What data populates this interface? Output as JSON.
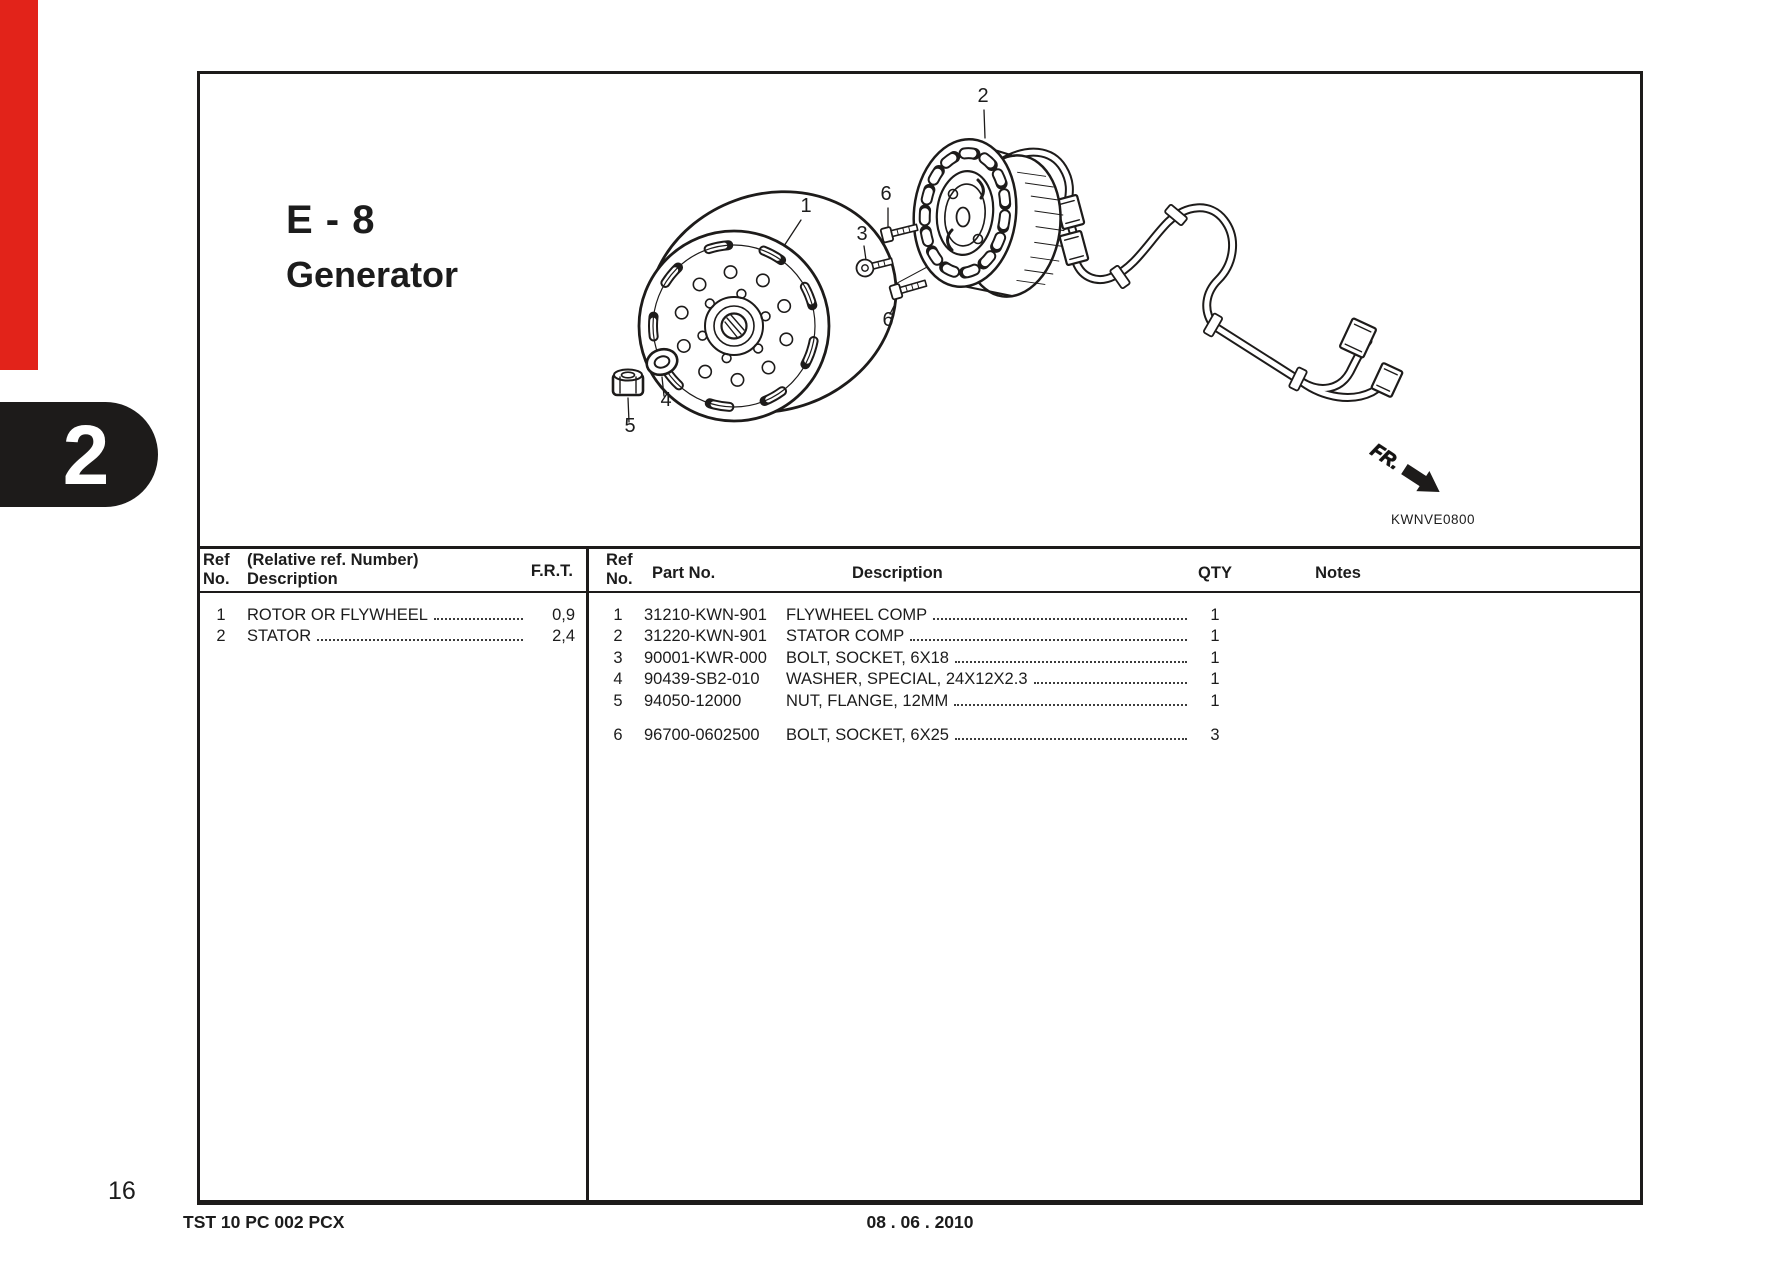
{
  "page": {
    "number": "16",
    "section_tab": "2",
    "footer_code": "TST 10 PC 002 PCX",
    "footer_date": "08 . 06 . 2010"
  },
  "colors": {
    "accent_red": "#e2231a",
    "ink": "#1d1b1a"
  },
  "header": {
    "section_code": "E - 8",
    "section_title": "Generator"
  },
  "diagram": {
    "image_code": "KWNVE0800",
    "direction_label": "FR.",
    "callouts": [
      "1",
      "2",
      "3",
      "4",
      "5",
      "6",
      "6"
    ]
  },
  "parts_table": {
    "left": {
      "header": {
        "ref_line1": "Ref",
        "ref_line2": "No.",
        "desc_line1": "(Relative ref. Number)",
        "desc_line2": "Description",
        "frt": "F.R.T."
      },
      "rows": [
        {
          "ref": "1",
          "desc": "ROTOR OR FLYWHEEL",
          "frt": "0,9"
        },
        {
          "ref": "2",
          "desc": "STATOR",
          "frt": "2,4"
        }
      ]
    },
    "right": {
      "header": {
        "ref_line1": "Ref",
        "ref_line2": "No.",
        "part": "Part No.",
        "desc": "Description",
        "qty": "QTY",
        "notes": "Notes"
      },
      "rows": [
        {
          "ref": "1",
          "part": "31210-KWN-901",
          "desc": "FLYWHEEL COMP",
          "qty": "1",
          "notes": "",
          "gap_before": false
        },
        {
          "ref": "2",
          "part": "31220-KWN-901",
          "desc": "STATOR COMP",
          "qty": "1",
          "notes": "",
          "gap_before": false
        },
        {
          "ref": "3",
          "part": "90001-KWR-000",
          "desc": "BOLT, SOCKET, 6X18",
          "qty": "1",
          "notes": "",
          "gap_before": false
        },
        {
          "ref": "4",
          "part": "90439-SB2-010",
          "desc": "WASHER, SPECIAL, 24X12X2.3",
          "qty": "1",
          "notes": "",
          "gap_before": false
        },
        {
          "ref": "5",
          "part": "94050-12000",
          "desc": "NUT, FLANGE, 12MM",
          "qty": "1",
          "notes": "",
          "gap_before": false
        },
        {
          "ref": "6",
          "part": "96700-0602500",
          "desc": "BOLT, SOCKET, 6X25",
          "qty": "3",
          "notes": "",
          "gap_before": true
        }
      ]
    }
  }
}
